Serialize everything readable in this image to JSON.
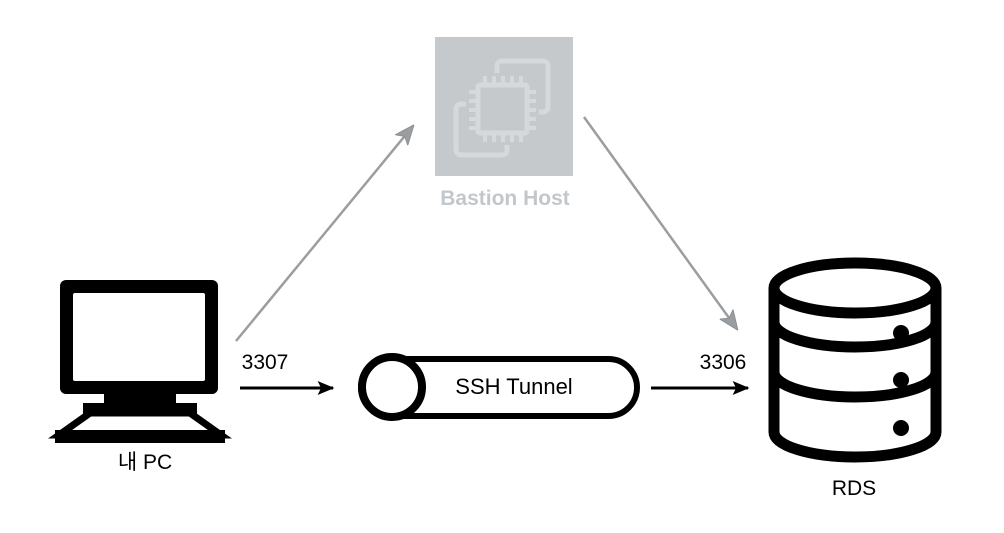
{
  "nodes": {
    "pc": {
      "label": "내 PC",
      "icon": "desktop-computer-icon",
      "state": "normal"
    },
    "bastion": {
      "label": "Bastion Host",
      "icon": "chip-icon",
      "state": "dimmed"
    },
    "tunnel": {
      "label": "SSH Tunnel",
      "icon": "pipe-cylinder-shape",
      "state": "normal"
    },
    "rds": {
      "label": "RDS",
      "icon": "database-icon",
      "state": "normal"
    }
  },
  "edges": [
    {
      "from": "pc",
      "to": "bastion",
      "style": "gray",
      "label": ""
    },
    {
      "from": "bastion",
      "to": "rds",
      "style": "gray",
      "label": ""
    },
    {
      "from": "pc",
      "to": "tunnel",
      "style": "black",
      "label": "3307"
    },
    {
      "from": "tunnel",
      "to": "rds",
      "style": "black",
      "label": "3306"
    }
  ],
  "colors": {
    "background": "#ffffff",
    "node_black": "#000000",
    "gray_arrow": "#9b9ea0",
    "bastion_fill": "#c5c9cc",
    "bastion_glyph": "#d6d9db",
    "bastion_label": "#c3c7ca"
  }
}
